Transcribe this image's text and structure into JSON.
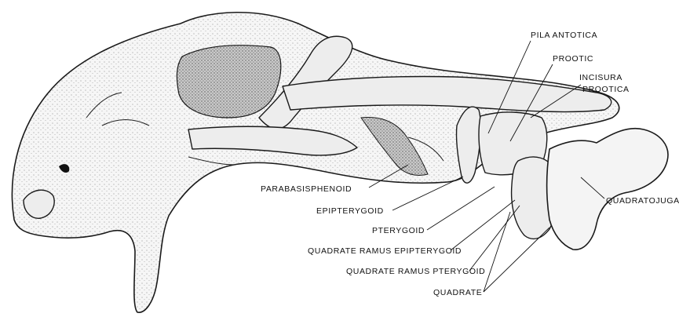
{
  "labels": {
    "pila_antotica": "PILA ANTOTICA",
    "prootic": "PROOTIC",
    "incisura_1": "INCISURA",
    "incisura_2": "PROOTICA",
    "parabasisphenoid": "PARABASISPHENOID",
    "epipterygoid": "EPIPTERYGOID",
    "pterygoid": "PTERYGOID",
    "quadrate_ramus_epipterygoid": "QUADRATE RAMUS EPIPTERYGOID",
    "quadrate_ramus_pterygoid": "QUADRATE RAMUS PTERYGOID",
    "quadrate": "QUADRATE",
    "quadratojugal": "QUADRATOJUGAL"
  }
}
